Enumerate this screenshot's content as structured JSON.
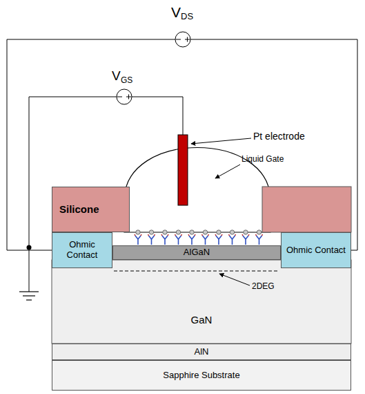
{
  "diagram": {
    "nodes": [
      {
        "text": [
          "Silicone"
        ]
      },
      {
        "text": [
          "Ohmic Contact"
        ]
      },
      {
        "text": [
          "AlGaN"
        ]
      },
      {
        "text": [
          "Ohmic Contact"
        ]
      },
      {
        "text": [
          "GaN"
        ]
      },
      {
        "text": [
          "AlN"
        ]
      },
      {
        "text": [
          "Sapphire Substrate"
        ]
      }
    ],
    "edges": [
      {
        "from": 1,
        "to": 3,
        "arrow": "none"
      }
    ],
    "labels": [
      "V",
      "DS",
      "V",
      "GS",
      "Pt electrode",
      "Liquid Gate",
      "2DEG"
    ]
  }
}
